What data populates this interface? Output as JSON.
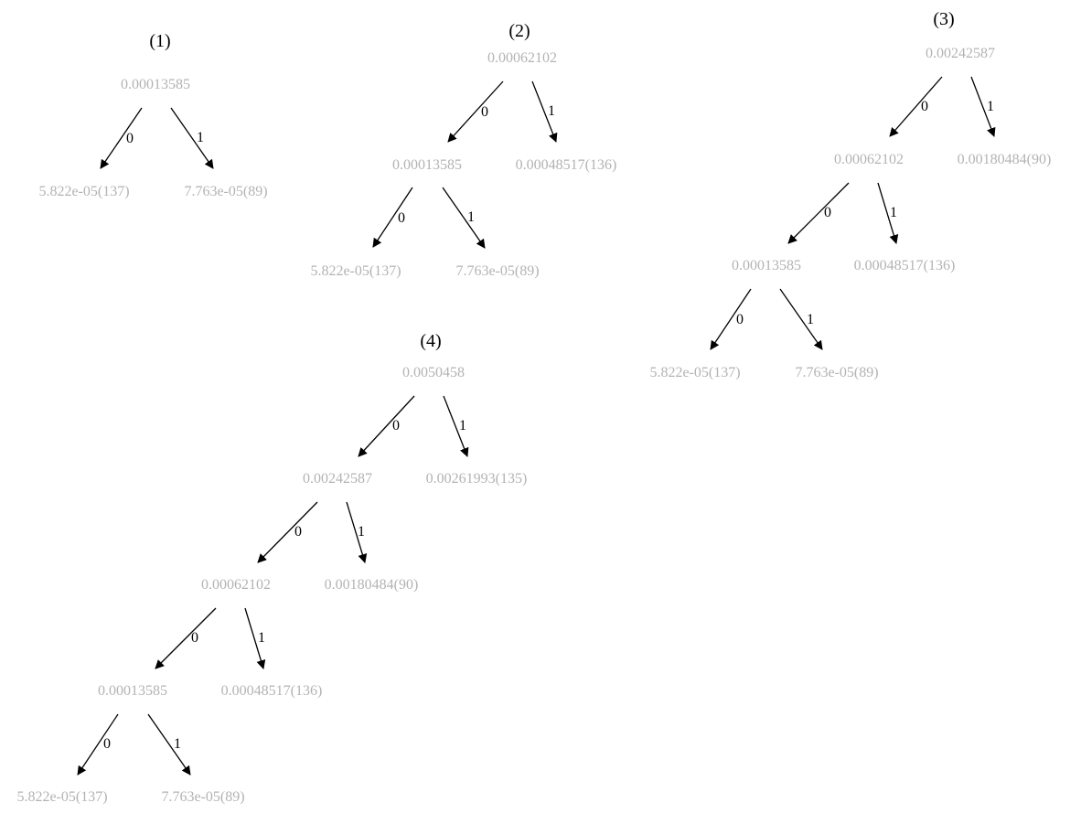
{
  "colors": {
    "node_text": "#b3b3b3",
    "edge": "#000000",
    "caption": "#000000",
    "background": "#ffffff"
  },
  "trees": [
    {
      "caption": "(1)",
      "root": "0.00013585",
      "left": "5.822e-05(137)",
      "right": "7.763e-05(89)",
      "edge0": "0",
      "edge1": "1"
    },
    {
      "caption": "(2)",
      "root": "0.00062102",
      "l1": "0.00013585",
      "r1": "0.00048517(136)",
      "ll": "5.822e-05(137)",
      "lr": "7.763e-05(89)",
      "edge0": "0",
      "edge1": "1"
    },
    {
      "caption": "(3)",
      "root": "0.00242587",
      "l1": "0.00062102",
      "r1": "0.00180484(90)",
      "l2": "0.00013585",
      "r2": "0.00048517(136)",
      "ll": "5.822e-05(137)",
      "lr": "7.763e-05(89)",
      "edge0": "0",
      "edge1": "1"
    },
    {
      "caption": "(4)",
      "root": "0.0050458",
      "l1": "0.00242587",
      "r1": "0.00261993(135)",
      "l2": "0.00062102",
      "r2": "0.00180484(90)",
      "l3": "0.00013585",
      "r3": "0.00048517(136)",
      "ll": "5.822e-05(137)",
      "lr": "7.763e-05(89)",
      "edge0": "0",
      "edge1": "1"
    }
  ]
}
